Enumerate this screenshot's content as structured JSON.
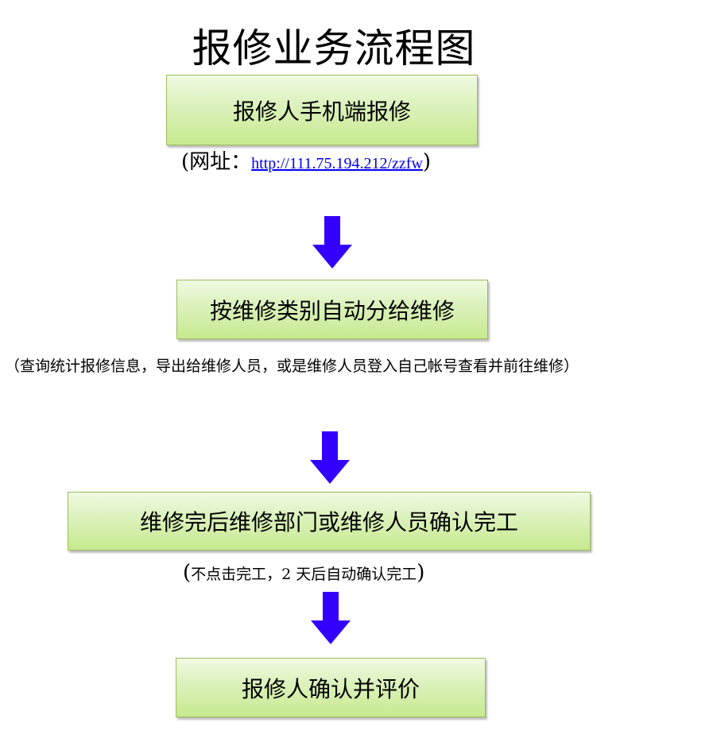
{
  "title": "报修业务流程图",
  "steps": [
    {
      "label": "报修人手机端报修",
      "note_open": "(",
      "note_prefix": "网址：",
      "note_link": "http://111.75.194.212/zzfw",
      "note_close": ")"
    },
    {
      "label": "按维修类别自动分给维修",
      "note": "（查询统计报修信息，导出给维修人员，或是维修人员登入自己帐号查看并前往维修）"
    },
    {
      "label": "维修完后维修部门或维修人员确认完工",
      "note_open": "(",
      "note_text": "不点击完工，2 天后自动确认完工",
      "note_close": ")"
    },
    {
      "label": "报修人确认并评价"
    }
  ],
  "colors": {
    "arrow": "#3300ff",
    "box_border": "#9bbb59",
    "box_fill_top": "#f0fae2",
    "box_fill_bottom": "#c7ea8f",
    "link": "#0000ee"
  }
}
